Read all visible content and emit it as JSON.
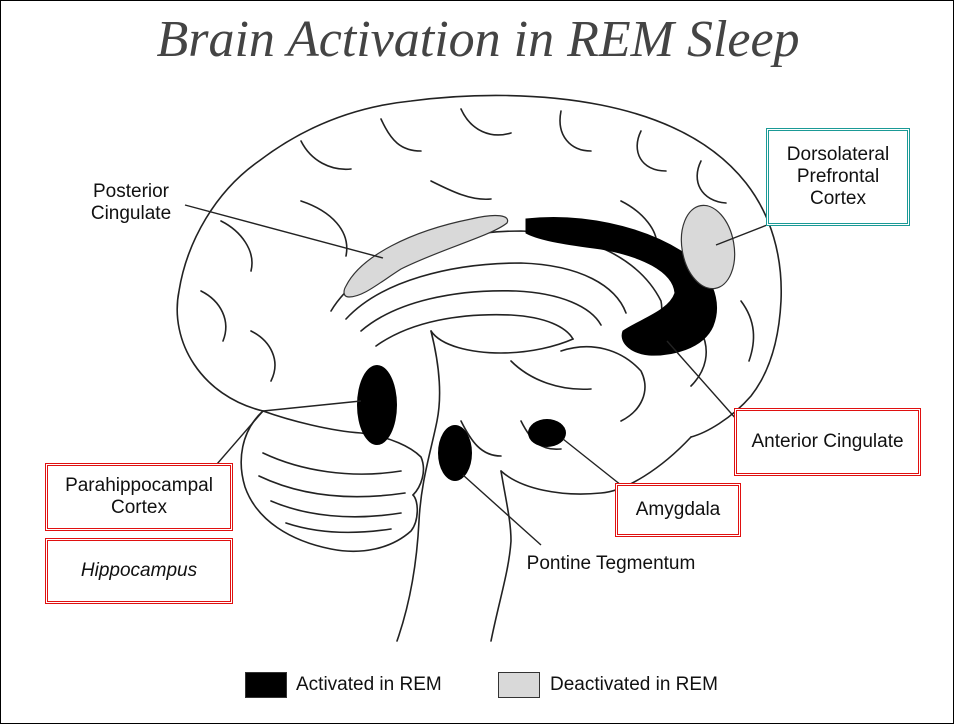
{
  "title": "Brain Activation in REM Sleep",
  "labels": {
    "posterior_cingulate": "Posterior\nCingulate",
    "dlpfc": "Dorsolateral\nPrefrontal\nCortex",
    "anterior_cingulate": "Anterior Cingulate",
    "parahippocampal": "Parahippocampal\nCortex",
    "hippocampus": "Hippocampus",
    "amygdala": "Amygdala",
    "pontine": "Pontine Tegmentum"
  },
  "legend": {
    "activated": "Activated in REM",
    "deactivated": "Deactivated in REM"
  },
  "colors": {
    "activated": "#000000",
    "deactivated": "#d9d9d9",
    "highlight_box": "#e01010",
    "dlpfc_box": "#1a9a96"
  }
}
